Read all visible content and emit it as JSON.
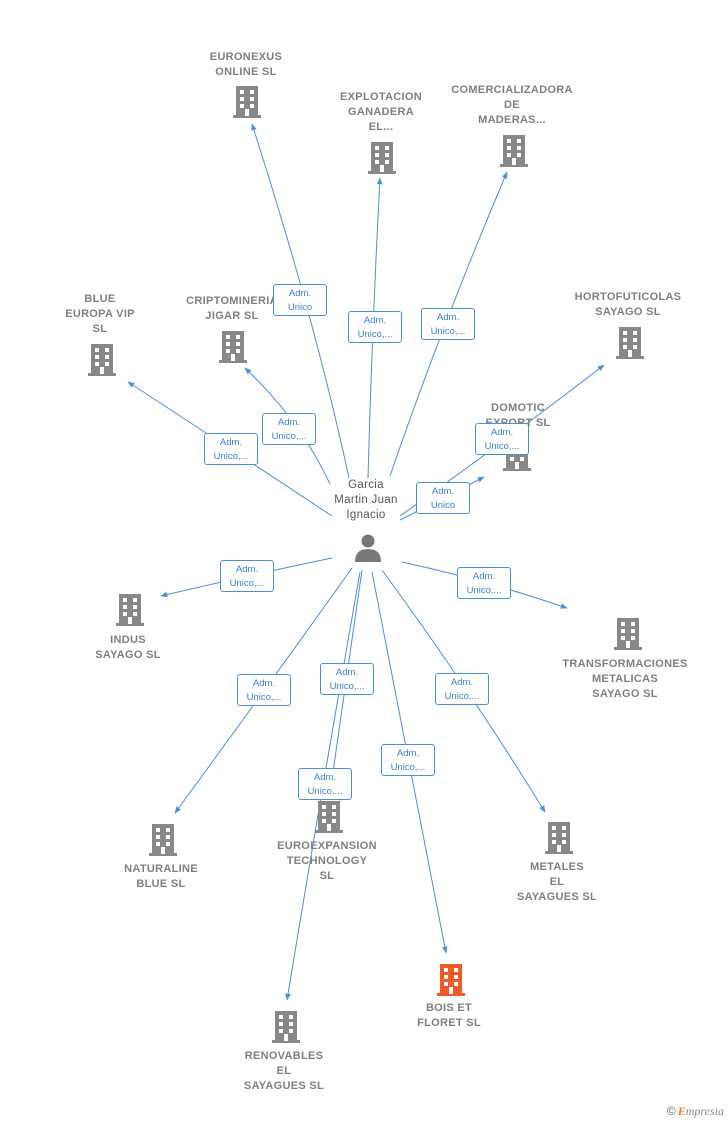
{
  "colors": {
    "edge": "#4a8fdb",
    "company": "#888888",
    "highlight": "#f05a28",
    "person": "#777777"
  },
  "person": {
    "name_lines": [
      "Garcia",
      "Martin Juan",
      "Ignacio"
    ],
    "icon": "person-icon"
  },
  "companies": [
    {
      "id": "euronexus",
      "lines": [
        "EURONEXUS",
        "ONLINE  SL"
      ],
      "icon": "building-icon"
    },
    {
      "id": "explotacion",
      "lines": [
        "EXPLOTACION",
        "GANADERA",
        "EL..."
      ],
      "icon": "building-icon"
    },
    {
      "id": "comercializadora",
      "lines": [
        "COMERCIALIZADORA",
        "DE",
        "MADERAS..."
      ],
      "icon": "building-icon"
    },
    {
      "id": "blue-europa",
      "lines": [
        "BLUE",
        "EUROPA VIP",
        "SL"
      ],
      "icon": "building-icon"
    },
    {
      "id": "criptomineria",
      "lines": [
        "CRIPTOMINERIA",
        "JIGAR  SL"
      ],
      "icon": "building-icon"
    },
    {
      "id": "hortofuticolas",
      "lines": [
        "HORTOFUTICOLAS",
        "SAYAGO  SL"
      ],
      "icon": "building-icon"
    },
    {
      "id": "domotic",
      "lines": [
        "DOMOTIC",
        "EXPORT  SL"
      ],
      "icon": "building-icon"
    },
    {
      "id": "indus",
      "lines": [
        "INDUS",
        "SAYAGO  SL"
      ],
      "icon": "building-icon"
    },
    {
      "id": "transformaciones",
      "lines": [
        "TRANSFORMACIONES",
        "METALICAS",
        "SAYAGO  SL"
      ],
      "icon": "building-icon"
    },
    {
      "id": "naturaline",
      "lines": [
        "NATURALINE",
        "BLUE  SL"
      ],
      "icon": "building-icon"
    },
    {
      "id": "euroexpansion",
      "lines": [
        "EUROEXPANSION",
        "TECHNOLOGY",
        "SL"
      ],
      "icon": "building-icon"
    },
    {
      "id": "metales",
      "lines": [
        "METALES",
        "EL",
        "SAYAGUES  SL"
      ],
      "icon": "building-icon"
    },
    {
      "id": "bois",
      "lines": [
        "BOIS ET",
        "FLORET  SL"
      ],
      "icon": "building-icon",
      "highlight": true
    },
    {
      "id": "renovables",
      "lines": [
        "RENOVABLES",
        "EL",
        "SAYAGUES  SL"
      ],
      "icon": "building-icon"
    }
  ],
  "relations": [
    {
      "to": "euronexus",
      "lines": [
        "Adm.",
        "Unico"
      ]
    },
    {
      "to": "explotacion",
      "lines": [
        "Adm.",
        "Unico,..."
      ]
    },
    {
      "to": "comercializadora",
      "lines": [
        "Adm.",
        "Unico,..."
      ]
    },
    {
      "to": "blue-europa",
      "lines": [
        "Adm.",
        "Unico,..."
      ]
    },
    {
      "to": "criptomineria",
      "lines": [
        "Adm.",
        "Unico,..."
      ]
    },
    {
      "to": "hortofuticolas",
      "lines": [
        "Adm.",
        "Unico,..."
      ]
    },
    {
      "to": "domotic",
      "lines": [
        "Adm.",
        "Unico"
      ]
    },
    {
      "to": "indus",
      "lines": [
        "Adm.",
        "Unico,..."
      ]
    },
    {
      "to": "transformaciones",
      "lines": [
        "Adm.",
        "Unico,..."
      ]
    },
    {
      "to": "naturaline",
      "lines": [
        "Adm.",
        "Unico,..."
      ]
    },
    {
      "to": "euroexpansion",
      "lines": [
        "Adm.",
        "Unico,..."
      ]
    },
    {
      "to": "renovables",
      "lines": [
        "Adm.",
        "Unico,..."
      ]
    },
    {
      "to": "bois",
      "lines": [
        "Adm.",
        "Unico,..."
      ]
    },
    {
      "to": "metales",
      "lines": [
        "Adm.",
        "Unico,..."
      ]
    }
  ],
  "footer": {
    "copyright": "©",
    "brand_first": "E",
    "brand_rest": "mpresia"
  }
}
